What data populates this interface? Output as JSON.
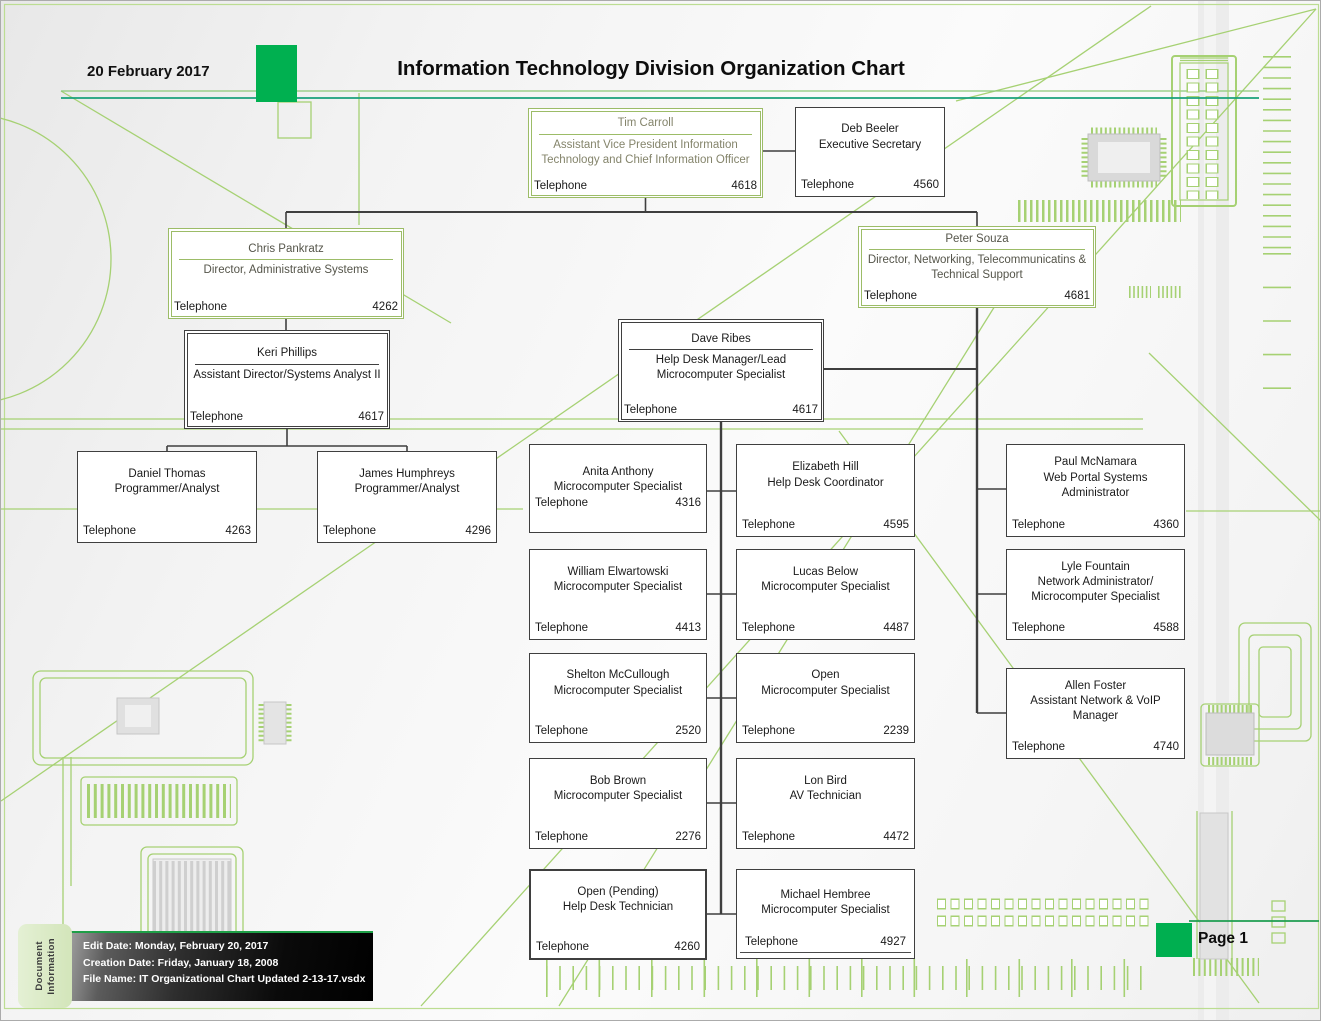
{
  "header": {
    "date": "20 February 2017",
    "title": "Information Technology Division Organization Chart"
  },
  "labels": {
    "telephone": "Telephone"
  },
  "nodes": {
    "tim": {
      "name": "Tim Carroll",
      "title": "Assistant Vice President Information Technology and Chief Information Officer",
      "ext": "4618"
    },
    "deb": {
      "name": "Deb Beeler",
      "title": "Executive Secretary",
      "ext": "4560"
    },
    "chris": {
      "name": "Chris Pankratz",
      "title": "Director, Administrative Systems",
      "ext": "4262"
    },
    "peter": {
      "name": "Peter Souza",
      "title": "Director, Networking, Telecommunicatins & Technical Support",
      "ext": "4681"
    },
    "keri": {
      "name": "Keri Phillips",
      "title": "Assistant Director/Systems Analyst II",
      "ext": "4617"
    },
    "dave": {
      "name": "Dave Ribes",
      "title": "Help Desk Manager/Lead Microcomputer Specialist",
      "ext": "4617"
    },
    "daniel": {
      "name": "Daniel Thomas",
      "title": "Programmer/Analyst",
      "ext": "4263"
    },
    "james": {
      "name": "James Humphreys",
      "title": "Programmer/Analyst",
      "ext": "4296"
    },
    "anita": {
      "name": "Anita Anthony",
      "title": "Microcomputer Specialist",
      "ext": "4316"
    },
    "elizabeth": {
      "name": "Elizabeth Hill",
      "title": "Help Desk Coordinator",
      "ext": "4595"
    },
    "paul": {
      "name": "Paul McNamara",
      "title": "Web Portal Systems Administrator",
      "ext": "4360"
    },
    "william": {
      "name": "William Elwartowski",
      "title": "Microcomputer Specialist",
      "ext": "4413"
    },
    "lucas": {
      "name": "Lucas Below",
      "title": "Microcomputer Specialist",
      "ext": "4487"
    },
    "lyle": {
      "name": "Lyle Fountain",
      "title": "Network Administrator/ Microcomputer Specialist",
      "ext": "4588"
    },
    "shelton": {
      "name": "Shelton McCullough",
      "title": "Microcomputer Specialist",
      "ext": "2520"
    },
    "open_ms": {
      "name": "Open",
      "title": "Microcomputer Specialist",
      "ext": "2239"
    },
    "allen": {
      "name": "Allen Foster",
      "title": "Assistant Network & VoIP Manager",
      "ext": "4740"
    },
    "bob": {
      "name": "Bob Brown",
      "title": "Microcomputer Specialist",
      "ext": "2276"
    },
    "lon": {
      "name": "Lon Bird",
      "title": "AV Technician",
      "ext": "4472"
    },
    "open_pending": {
      "name": "Open (Pending)",
      "title": "Help Desk Technician",
      "ext": "4260"
    },
    "michael": {
      "name": "Michael Hembree",
      "title": "Microcomputer Specialist",
      "ext": "4927"
    }
  },
  "document_info": {
    "label_line1": "Document",
    "label_line2": "Information",
    "edit_date": "Edit Date: Monday, February 20, 2017",
    "creation_date": "Creation Date: Friday, January 18, 2008",
    "file_name": "File Name: IT Organizational Chart Updated 2-13-17.vsdx"
  },
  "footer": {
    "page_label": "Page 1"
  },
  "colors": {
    "accent_green": "#00B050",
    "circuit_green": "#A6D173",
    "teal_line": "#19A07B",
    "connector": "#3F3F3F"
  }
}
